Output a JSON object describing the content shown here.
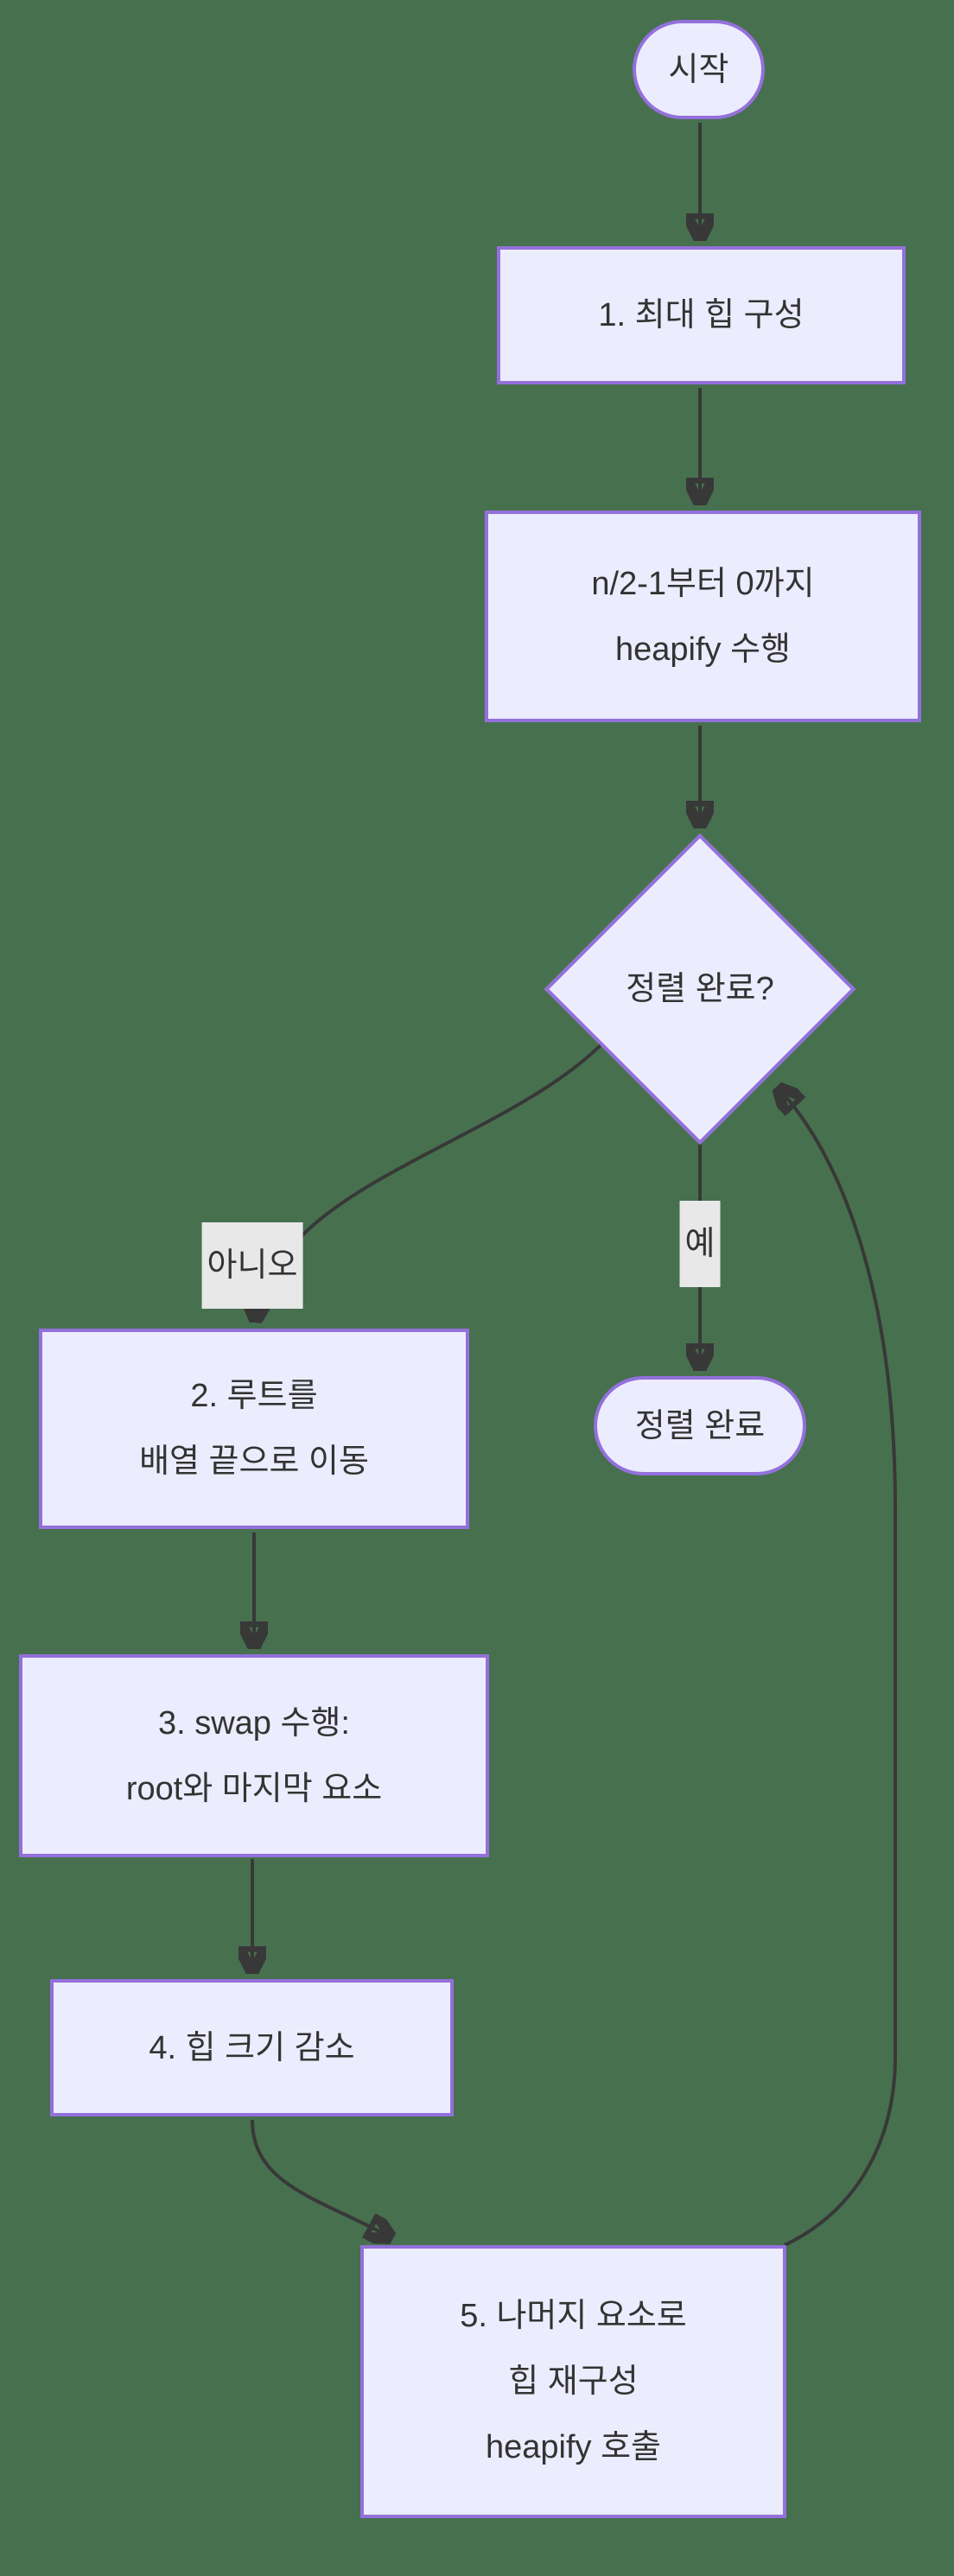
{
  "diagram": {
    "type": "flowchart",
    "background_color": "#47704F",
    "node_fill_color": "#ECECFF",
    "node_border_color": "#9370DB",
    "edge_color": "#383838",
    "text_color": "#333333",
    "edge_label_background": "#E8E8E8",
    "nodes": {
      "start": {
        "shape": "stadium",
        "label": "시작"
      },
      "step1": {
        "shape": "rect",
        "label": "1. 최대 힙 구성"
      },
      "heapify_loop": {
        "shape": "rect",
        "label": "n/2-1부터 0까지\nheapify 수행"
      },
      "decision": {
        "shape": "diamond",
        "label": "정렬 완료?"
      },
      "step2": {
        "shape": "rect",
        "label": "2. 루트를\n배열 끝으로 이동"
      },
      "step3": {
        "shape": "rect",
        "label": "3. swap 수행:\nroot와 마지막 요소"
      },
      "step4": {
        "shape": "rect",
        "label": "4. 힙 크기 감소"
      },
      "step5": {
        "shape": "rect",
        "label": "5. 나머지 요소로\n힙 재구성\nheapify 호출"
      },
      "end": {
        "shape": "stadium",
        "label": "정렬 완료"
      }
    },
    "edge_labels": {
      "no": "아니오",
      "yes": "예"
    },
    "edges": [
      "start -> step1",
      "step1 -> heapify_loop",
      "heapify_loop -> decision",
      "decision -아니오-> step2",
      "decision -예-> end",
      "step2 -> step3",
      "step3 -> step4",
      "step4 -> step5",
      "step5 -> decision"
    ]
  }
}
